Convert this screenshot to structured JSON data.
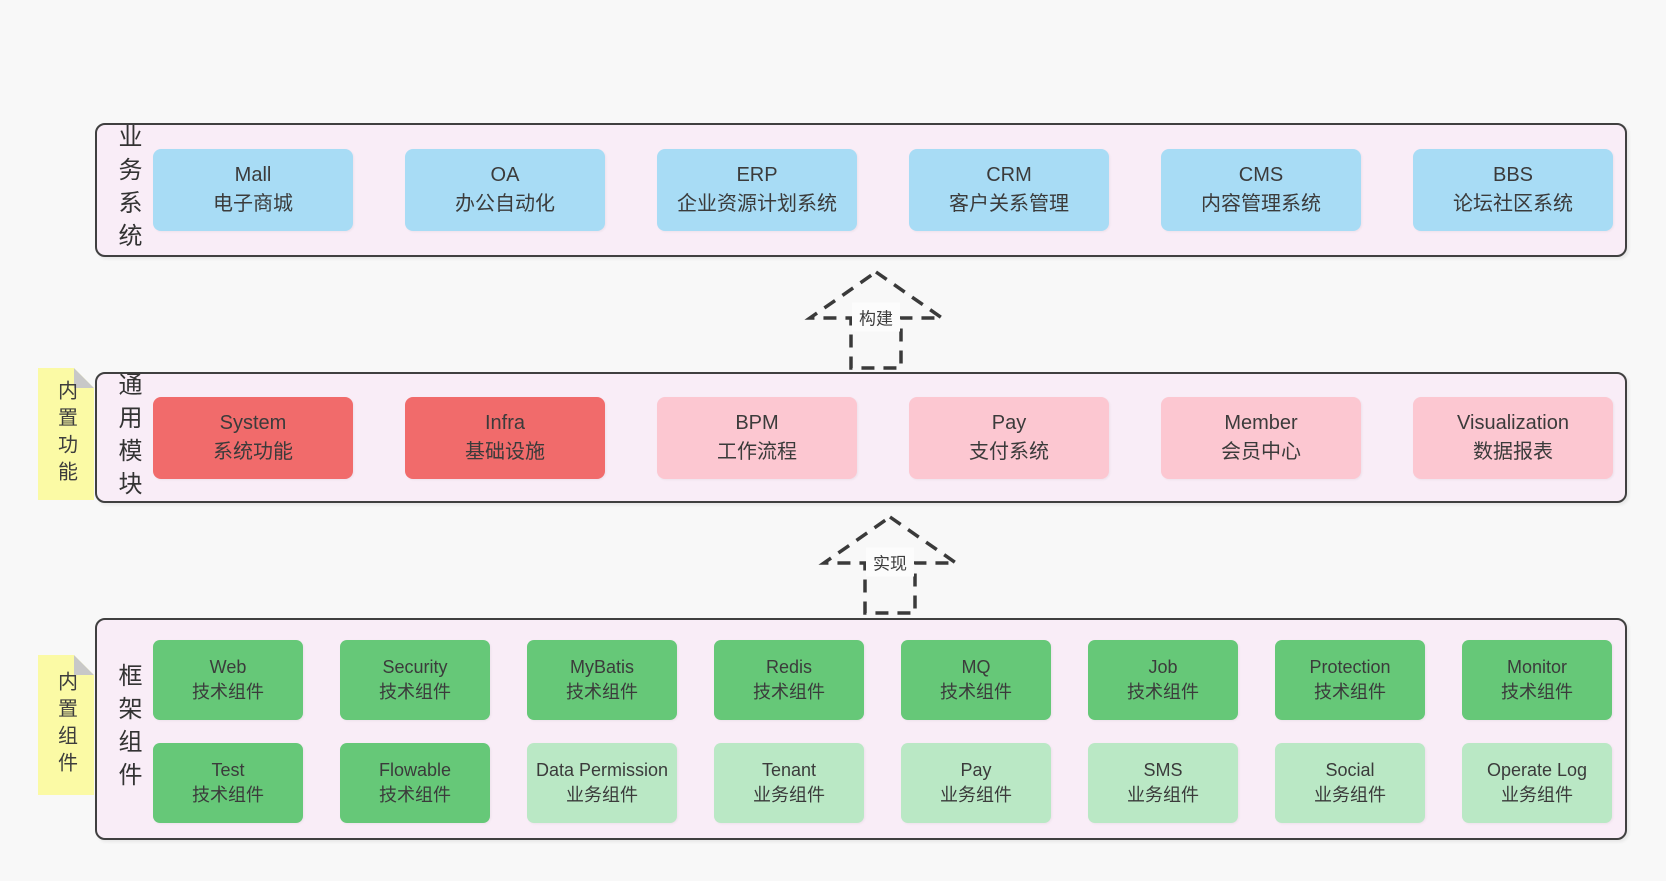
{
  "colors": {
    "page_background": "#f8f8f8",
    "band_fill": "#f9edf7",
    "band_border": "#404040",
    "business_box": "#a8dcf5",
    "core_module_box": "#f16b6b",
    "optional_module_box": "#fcc7d1",
    "tech_component_box": "#66c878",
    "biz_component_box": "#bae8c5",
    "sticky_note": "#fbfaa5",
    "sticky_fold": "#c8c8c8",
    "text": "#3b3b3b"
  },
  "arrows": {
    "build": "构建",
    "implement": "实现"
  },
  "bands": [
    {
      "label": "业务系统",
      "boxes": [
        {
          "title": "Mall",
          "subtitle": "电子商城"
        },
        {
          "title": "OA",
          "subtitle": "办公自动化"
        },
        {
          "title": "ERP",
          "subtitle": "企业资源计划系统"
        },
        {
          "title": "CRM",
          "subtitle": "客户关系管理"
        },
        {
          "title": "CMS",
          "subtitle": "内容管理系统"
        },
        {
          "title": "BBS",
          "subtitle": "论坛社区系统"
        }
      ]
    },
    {
      "label": "通用模块",
      "sticky": "内置功能",
      "boxes": [
        {
          "title": "System",
          "subtitle": "系统功能"
        },
        {
          "title": "Infra",
          "subtitle": "基础设施"
        },
        {
          "title": "BPM",
          "subtitle": "工作流程"
        },
        {
          "title": "Pay",
          "subtitle": "支付系统"
        },
        {
          "title": "Member",
          "subtitle": "会员中心"
        },
        {
          "title": "Visualization",
          "subtitle": "数据报表"
        }
      ]
    },
    {
      "label": "框架组件",
      "sticky": "内置组件",
      "row1": [
        {
          "title": "Web",
          "subtitle": "技术组件"
        },
        {
          "title": "Security",
          "subtitle": "技术组件"
        },
        {
          "title": "MyBatis",
          "subtitle": "技术组件"
        },
        {
          "title": "Redis",
          "subtitle": "技术组件"
        },
        {
          "title": "MQ",
          "subtitle": "技术组件"
        },
        {
          "title": "Job",
          "subtitle": "技术组件"
        },
        {
          "title": "Protection",
          "subtitle": "技术组件"
        },
        {
          "title": "Monitor",
          "subtitle": "技术组件"
        }
      ],
      "row2": [
        {
          "title": "Test",
          "subtitle": "技术组件"
        },
        {
          "title": "Flowable",
          "subtitle": "技术组件"
        },
        {
          "title": "Data Permission",
          "subtitle": "业务组件"
        },
        {
          "title": "Tenant",
          "subtitle": "业务组件"
        },
        {
          "title": "Pay",
          "subtitle": "业务组件"
        },
        {
          "title": "SMS",
          "subtitle": "业务组件"
        },
        {
          "title": "Social",
          "subtitle": "业务组件"
        },
        {
          "title": "Operate Log",
          "subtitle": "业务组件"
        }
      ]
    }
  ]
}
